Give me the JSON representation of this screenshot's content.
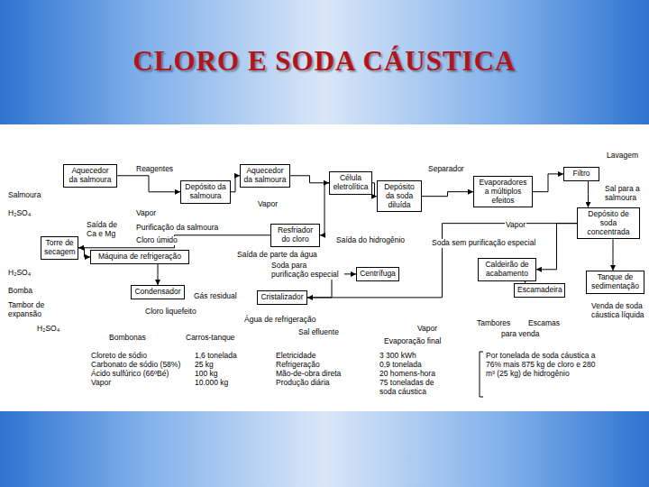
{
  "diagram": {
    "title": "CLORO E SODA CÁUSTICA",
    "nodes": [
      {
        "text": [
          "Aquecedor da salmoura"
        ]
      },
      {
        "text": [
          "Depósito da salmoura"
        ]
      },
      {
        "text": [
          "Aquecedor da salmoura"
        ]
      },
      {
        "text": [
          "Célula eletrolítica"
        ]
      },
      {
        "text": [
          "Depósito da soda diluída"
        ]
      },
      {
        "text": [
          "Evaporadores a múltiplos efeitos"
        ]
      },
      {
        "text": [
          "Filtro"
        ]
      },
      {
        "text": [
          "Depósito de soda concentrada"
        ]
      },
      {
        "text": [
          "Torre de secagem"
        ]
      },
      {
        "text": [
          "Máquina de refrigeração"
        ]
      },
      {
        "text": [
          "Condensador"
        ]
      },
      {
        "text": [
          "Resfriador do cloro"
        ]
      },
      {
        "text": [
          "Centrífuga"
        ]
      },
      {
        "text": [
          "Cristalizador"
        ]
      },
      {
        "text": [
          "Caldeirão de acabamento"
        ]
      },
      {
        "text": [
          "Escamadeira"
        ]
      },
      {
        "text": [
          "Tanque de sedimentação"
        ]
      }
    ],
    "edges": [
      {
        "from": 0,
        "to": 1,
        "arrow": "to"
      },
      {
        "from": 1,
        "to": 2,
        "arrow": "to"
      },
      {
        "from": 2,
        "to": 3,
        "arrow": "to"
      },
      {
        "from": 3,
        "to": 4,
        "arrow": "to"
      },
      {
        "from": 4,
        "to": 5,
        "arrow": "to"
      },
      {
        "from": 5,
        "to": 6,
        "arrow": "to"
      },
      {
        "from": 6,
        "to": 7,
        "arrow": "to"
      },
      {
        "from": 3,
        "to": 11,
        "arrow": "to"
      },
      {
        "from": 11,
        "to": 8,
        "arrow": "to"
      },
      {
        "from": 8,
        "to": 9,
        "arrow": "to"
      },
      {
        "from": 9,
        "to": 10,
        "arrow": "to"
      },
      {
        "from": 7,
        "to": 14,
        "arrow": "to"
      },
      {
        "from": 14,
        "to": 15,
        "arrow": "to"
      },
      {
        "from": 7,
        "to": 16,
        "arrow": "to"
      },
      {
        "from": 7,
        "to": 13,
        "arrow": "to"
      },
      {
        "from": 13,
        "to": 12,
        "arrow": "to"
      }
    ],
    "labels": [
      "Reagentes",
      "Lavagem",
      "Salmoura",
      "Separador",
      "Sal para a salmoura",
      "H₂SO₄",
      "Vapor",
      "Vapor",
      "Saída de Ca e Mg",
      "Purificação da salmoura",
      "Vapor",
      "Cloro úmido",
      "Saída de parte da água",
      "Saída do hidrogênio",
      "Soda sem purificação especial",
      "Soda para purificação especial",
      "H₂SO₄",
      "Bomba",
      "Gás residual",
      "Tambor de expansão",
      "Cloro liquefeito",
      "Água de refrigeração",
      "Venda de soda cáustica líquida",
      "H₂SO₄",
      "Bombonas",
      "Carros-tanque",
      "Sal efluente",
      "Tambores",
      "Escamas",
      "para venda",
      "Vapor",
      "Evaporação final",
      "Cloreto de sódio",
      "1,6 tonelada",
      "Eletricidade",
      "3 300 kWh",
      "Por tonelada de soda cáustica a 76% mais 875 kg de cloro e 280 m³ (25 kg) de hidrogênio",
      "Carbonato de sódio (58%)",
      "25 kg",
      "Refrigeração",
      "0,9 tonelada",
      "Ácido sulfúrico (66ºBé)",
      "100 kg",
      "Mão-de-obra direta",
      "20 homens-hora",
      "Vapor",
      "10.000 kg",
      "Produção diária",
      "75 toneladas de soda cáustica"
    ]
  }
}
